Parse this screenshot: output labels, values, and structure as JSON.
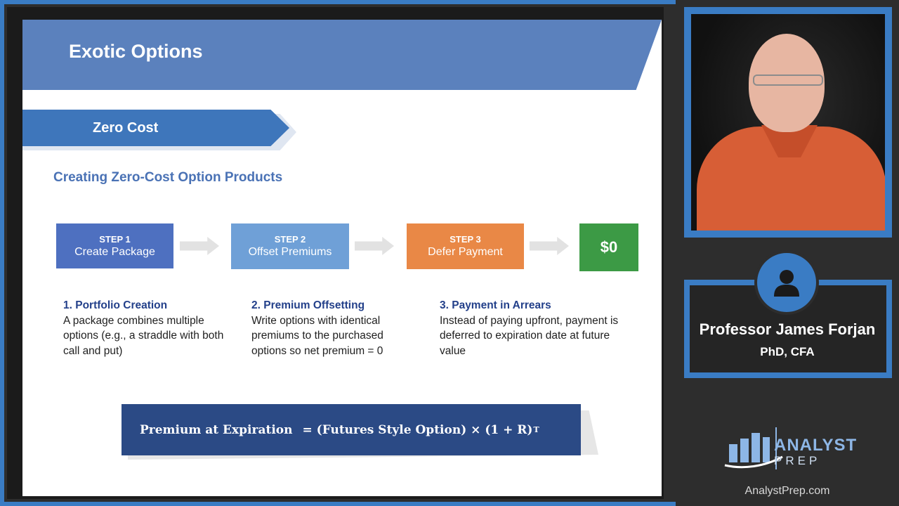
{
  "slide": {
    "title": "Exotic Options",
    "section_label": "Zero Cost",
    "subtitle": "Creating Zero-Cost Option Products",
    "steps": [
      {
        "number": "STEP 1",
        "name": "Create Package",
        "color": "#4e70c0"
      },
      {
        "number": "STEP 2",
        "name": "Offset Premiums",
        "color": "#6fa0d7"
      },
      {
        "number": "STEP 3",
        "name": "Defer Payment",
        "color": "#e98846"
      }
    ],
    "result": "$0",
    "result_color": "#3c9a45",
    "descriptions": [
      {
        "heading": "1. Portfolio Creation",
        "body": "A package combines multiple options (e.g., a straddle with both call and put)"
      },
      {
        "heading": "2. Premium Offsetting",
        "body": "Write options with identical premiums to the purchased options so net premium = 0"
      },
      {
        "heading": "3. Payment in Arrears",
        "body": "Instead of paying upfront, payment is deferred to expiration date at future value"
      }
    ],
    "formula": {
      "lhs": "Premium at Expiration",
      "rhs": "= (Futures Style Option) × (1 + R)",
      "exponent": "T"
    }
  },
  "presenter": {
    "name": "Professor James Forjan",
    "credentials": "PhD, CFA"
  },
  "brand": {
    "logo_line1": "ANALYST",
    "logo_line2": "PREP",
    "url": "AnalystPrep.com",
    "accent_color": "#3a7cc4"
  }
}
